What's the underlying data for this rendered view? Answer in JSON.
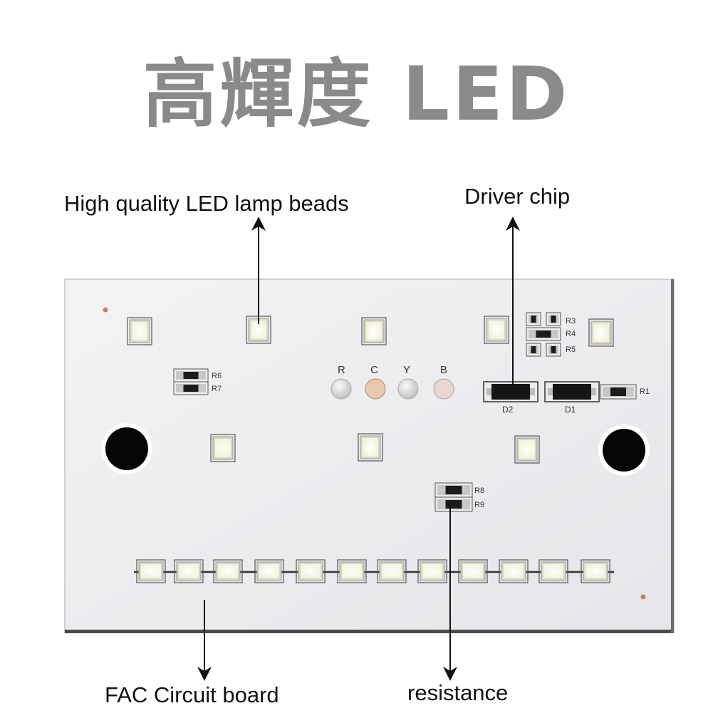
{
  "title": "高輝度 LED",
  "labels": {
    "lamp_beads": "High quality LED lamp beads",
    "driver_chip": "Driver chip",
    "circuit_board": "FAC Circuit board",
    "resistance": "resistance"
  },
  "silkscreen": {
    "r3": "R3",
    "r4": "R4",
    "r5": "R5",
    "r6": "R6",
    "r7": "R7",
    "r1": "R1",
    "r8": "R8",
    "r9": "R9",
    "d1": "D1",
    "d2": "D2",
    "ind_r": "R",
    "ind_c": "C",
    "ind_y": "Y",
    "ind_b": "B"
  },
  "colors": {
    "title": "#8a8a8a",
    "board": "#eeeef0",
    "led": "#fdfdf0",
    "arrow": "#111111"
  }
}
